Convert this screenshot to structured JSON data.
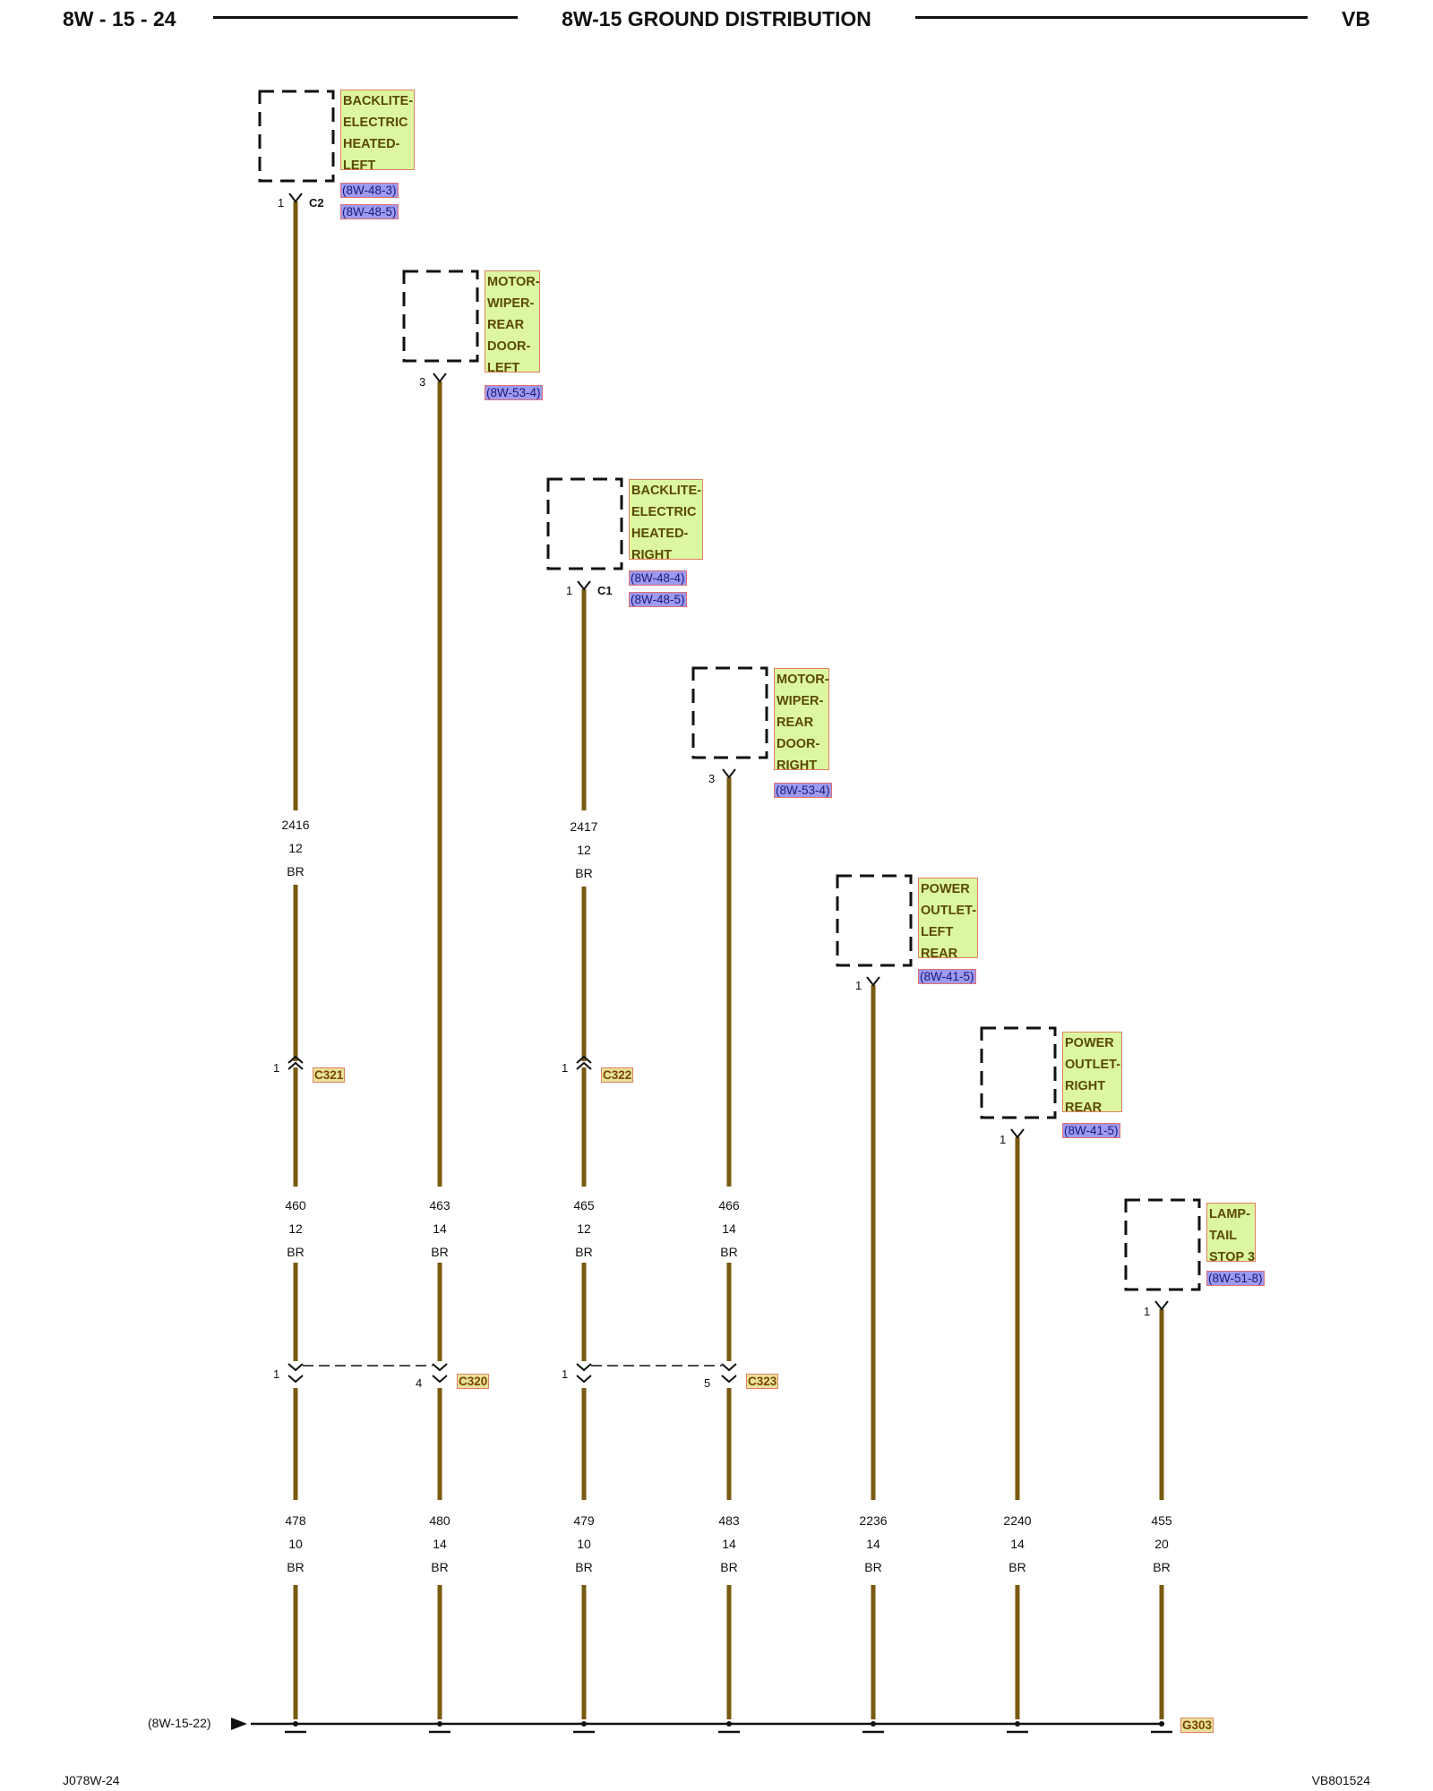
{
  "header": {
    "page_code": "8W - 15 - 24",
    "title": "8W-15 GROUND DISTRIBUTION",
    "model": "VB"
  },
  "footer": {
    "left_code": "J078W-24",
    "right_code": "VB801524"
  },
  "bus": {
    "from_ref": "(8W-15-22)",
    "ground_id": "G303"
  },
  "components": [
    {
      "id": "backlite-left",
      "label_lines": [
        "BACKLITE-",
        "ELECTRIC",
        "HEATED-",
        "LEFT"
      ],
      "refs": [
        "(8W-48-3)",
        "(8W-48-5)"
      ],
      "pin": "1",
      "connector": "C2"
    },
    {
      "id": "wiper-left",
      "label_lines": [
        "MOTOR-",
        "WIPER-",
        "REAR",
        "DOOR-",
        "LEFT"
      ],
      "refs": [
        "(8W-53-4)"
      ],
      "pin": "3",
      "connector": ""
    },
    {
      "id": "backlite-right",
      "label_lines": [
        "BACKLITE-",
        "ELECTRIC",
        "HEATED-",
        "RIGHT"
      ],
      "refs": [
        "(8W-48-4)",
        "(8W-48-5)"
      ],
      "pin": "1",
      "connector": "C1"
    },
    {
      "id": "wiper-right",
      "label_lines": [
        "MOTOR-",
        "WIPER-",
        "REAR",
        "DOOR-",
        "RIGHT"
      ],
      "refs": [
        "(8W-53-4)"
      ],
      "pin": "3",
      "connector": ""
    },
    {
      "id": "outlet-left",
      "label_lines": [
        "POWER",
        "OUTLET-",
        "LEFT",
        "REAR"
      ],
      "refs": [
        "(8W-41-5)"
      ],
      "pin": "1",
      "connector": ""
    },
    {
      "id": "outlet-right",
      "label_lines": [
        "POWER",
        "OUTLET-",
        "RIGHT",
        "REAR"
      ],
      "refs": [
        "(8W-41-5)"
      ],
      "pin": "1",
      "connector": ""
    },
    {
      "id": "tail-lamp",
      "label_lines": [
        "LAMP-",
        "TAIL",
        "STOP 3"
      ],
      "refs": [
        "(8W-51-8)"
      ],
      "pin": "1",
      "connector": ""
    }
  ],
  "wire_labels": {
    "upper": [
      {
        "circuit": "2416",
        "gauge": "12",
        "color": "BR"
      },
      {
        "circuit": "2417",
        "gauge": "12",
        "color": "BR"
      }
    ],
    "middle": [
      {
        "circuit": "460",
        "gauge": "12",
        "color": "BR"
      },
      {
        "circuit": "463",
        "gauge": "14",
        "color": "BR"
      },
      {
        "circuit": "465",
        "gauge": "12",
        "color": "BR"
      },
      {
        "circuit": "466",
        "gauge": "14",
        "color": "BR"
      }
    ],
    "lower": [
      {
        "circuit": "478",
        "gauge": "10",
        "color": "BR"
      },
      {
        "circuit": "480",
        "gauge": "14",
        "color": "BR"
      },
      {
        "circuit": "479",
        "gauge": "10",
        "color": "BR"
      },
      {
        "circuit": "483",
        "gauge": "14",
        "color": "BR"
      },
      {
        "circuit": "2236",
        "gauge": "14",
        "color": "BR"
      },
      {
        "circuit": "2240",
        "gauge": "14",
        "color": "BR"
      },
      {
        "circuit": "455",
        "gauge": "20",
        "color": "BR"
      }
    ]
  },
  "inline_connectors": [
    {
      "id": "C321",
      "pin": "1"
    },
    {
      "id": "C322",
      "pin": "1"
    },
    {
      "id": "C320",
      "pins": [
        "1",
        "4"
      ]
    },
    {
      "id": "C323",
      "pins": [
        "1",
        "5"
      ]
    }
  ],
  "colors": {
    "wire": "#7a5a10",
    "label_fill": "#dcf7a0",
    "ref_fill": "#9e9af0",
    "connector_fill": "#e8e29a"
  }
}
